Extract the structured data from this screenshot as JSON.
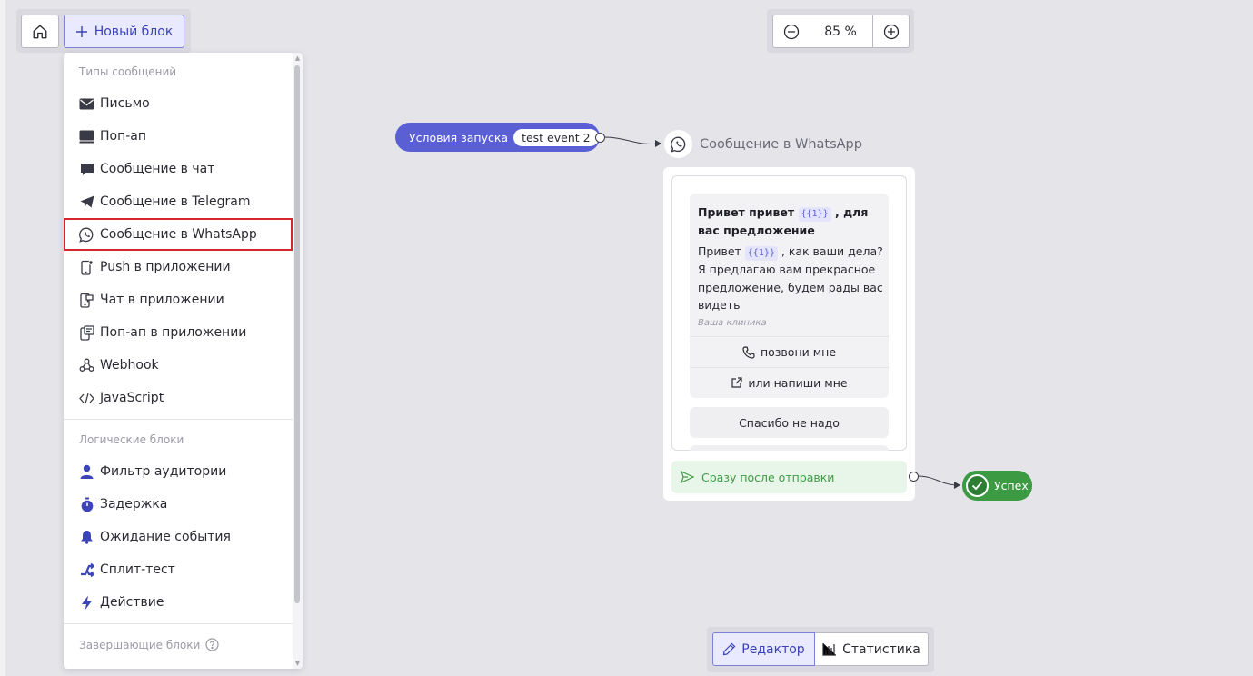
{
  "toolbar": {
    "home_icon": "home-icon",
    "new_block_label": "Новый блок"
  },
  "menu": {
    "sections": [
      {
        "title": "Типы сообщений",
        "items": [
          {
            "label": "Письмо",
            "icon": "envelope-icon"
          },
          {
            "label": "Поп-ап",
            "icon": "popup-icon"
          },
          {
            "label": "Сообщение в чат",
            "icon": "chat-bubble-icon"
          },
          {
            "label": "Сообщение в Telegram",
            "icon": "telegram-icon"
          },
          {
            "label": "Сообщение в WhatsApp",
            "icon": "whatsapp-icon",
            "selected": true
          },
          {
            "label": "Push в приложении",
            "icon": "mobile-push-icon"
          },
          {
            "label": "Чат в приложении",
            "icon": "mobile-chat-icon"
          },
          {
            "label": "Поп-ап в приложении",
            "icon": "mobile-popup-icon"
          },
          {
            "label": "Webhook",
            "icon": "webhook-icon"
          },
          {
            "label": "JavaScript",
            "icon": "code-icon"
          }
        ]
      },
      {
        "title": "Логические блоки",
        "items": [
          {
            "label": "Фильтр аудитории",
            "icon": "user-icon"
          },
          {
            "label": "Задержка",
            "icon": "stopwatch-icon"
          },
          {
            "label": "Ожидание события",
            "icon": "bell-icon"
          },
          {
            "label": "Сплит-тест",
            "icon": "split-icon"
          },
          {
            "label": "Действие",
            "icon": "lightning-icon"
          }
        ]
      },
      {
        "title": "Завершающие блоки",
        "items": []
      }
    ]
  },
  "zoom": {
    "value": "85 %"
  },
  "flow": {
    "trigger": {
      "label": "Условия запуска",
      "event": "test event 2"
    },
    "message_node": {
      "title": "Сообщение в WhatsApp",
      "header_before": "Привет привет",
      "header_var": "{{1}}",
      "header_after": ", для вас предложение",
      "body_before": "Привет",
      "body_var": "{{1}}",
      "body_after": ", как ваши дела? Я предлагаю вам прекрасное предложение, будем рады вас видеть",
      "footer": "Ваша клиника",
      "buttons": [
        {
          "label": "позвони мне",
          "icon": "phone-icon"
        },
        {
          "label": "или напиши мне",
          "icon": "external-link-icon"
        }
      ],
      "quick_reply": "Спасибо не надо",
      "after_send": "Сразу после отправки"
    },
    "success": {
      "label": "Успех"
    }
  },
  "mode": {
    "editor_label": "Редактор",
    "stats_label": "Статистика"
  },
  "colors": {
    "accent": "#5a5fd3",
    "success": "#3c9a43",
    "selection_outline": "#d6262d",
    "canvas": "#e4e4e9"
  }
}
